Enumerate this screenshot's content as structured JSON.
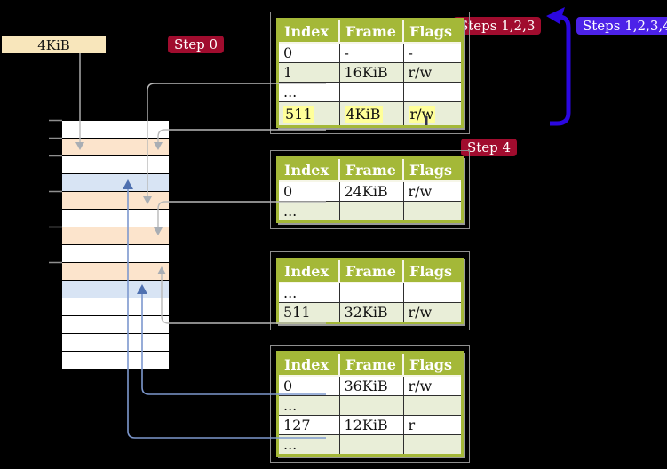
{
  "labels": {
    "frame_size_box": "4KiB",
    "step0": "Step 0",
    "steps123": "Steps 1,2,3",
    "steps1234": "Steps 1,2,3,4",
    "step4": "Step 4"
  },
  "memory": {
    "rows": [
      "white",
      "peach",
      "white",
      "blue",
      "peach",
      "white",
      "peach",
      "white",
      "peach",
      "blue",
      "white",
      "white",
      "white",
      "white"
    ]
  },
  "tables": [
    {
      "name": "level-4-page-table",
      "headers": [
        "Index",
        "Frame",
        "Flags"
      ],
      "rows": [
        {
          "cells": [
            "0",
            "-",
            "-"
          ]
        },
        {
          "cells": [
            "1",
            "16KiB",
            "r/w"
          ]
        },
        {
          "cells": [
            "...",
            "",
            ""
          ]
        },
        {
          "cells": [
            "511",
            "4KiB",
            "r/w"
          ],
          "highlight": true
        }
      ]
    },
    {
      "name": "level-3-page-table",
      "headers": [
        "Index",
        "Frame",
        "Flags"
      ],
      "rows": [
        {
          "cells": [
            "0",
            "24KiB",
            "r/w"
          ]
        },
        {
          "cells": [
            "...",
            "",
            ""
          ]
        }
      ]
    },
    {
      "name": "level-2-page-table",
      "headers": [
        "Index",
        "Frame",
        "Flags"
      ],
      "rows": [
        {
          "cells": [
            "...",
            "",
            ""
          ]
        },
        {
          "cells": [
            "511",
            "32KiB",
            "r/w"
          ]
        }
      ]
    },
    {
      "name": "level-1-page-table",
      "headers": [
        "Index",
        "Frame",
        "Flags"
      ],
      "rows": [
        {
          "cells": [
            "0",
            "36KiB",
            "r/w"
          ]
        },
        {
          "cells": [
            "...",
            "",
            ""
          ]
        },
        {
          "cells": [
            "127",
            "12KiB",
            "r"
          ]
        },
        {
          "cells": [
            "...",
            "",
            ""
          ]
        }
      ]
    }
  ],
  "connections": [
    {
      "from": "4KiB-box",
      "to": "memory-row-1",
      "color": "gray"
    },
    {
      "from": "table1-entry-1",
      "to": "memory-row-4",
      "color": "gray"
    },
    {
      "from": "table1-entry-511",
      "to": "memory-row-1",
      "color": "gray"
    },
    {
      "from": "table2-entry-0",
      "to": "memory-row-6",
      "color": "gray"
    },
    {
      "from": "table3-entry-511",
      "to": "memory-row-8",
      "color": "gray"
    },
    {
      "from": "table4-entry-0",
      "to": "memory-row-9",
      "color": "blue"
    },
    {
      "from": "table4-entry-127",
      "to": "memory-row-3",
      "color": "blue"
    },
    {
      "from": "table1-area-bottom",
      "to": "table1-top",
      "color": "thick-blue-loop"
    }
  ],
  "colors": {
    "background": "#000000",
    "table_header_green": "#a4b838",
    "table_row_green": "#e9eed8",
    "memory_row_peach": "#fce4cc",
    "memory_row_blue": "#d8e4f4",
    "frame_box_wheat": "#f8e6bb",
    "badge_red": "#a00c2e",
    "badge_blue": "#4c22e8",
    "thick_arrow_blue": "#2b07e0",
    "connector_gray": "#b8b8b8",
    "connector_blue": "#7d98ce",
    "highlight_yellow": "#ffff99"
  }
}
